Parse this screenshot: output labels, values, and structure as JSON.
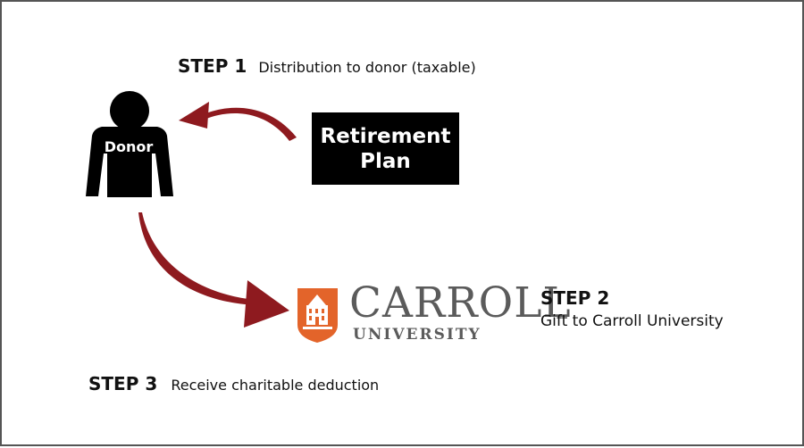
{
  "steps": {
    "step1": {
      "label": "STEP 1",
      "text": "Distribution to donor (taxable)"
    },
    "step2": {
      "label": "STEP 2",
      "text": "Gift to Carroll University"
    },
    "step3": {
      "label": "STEP 3",
      "text": "Receive charitable deduction"
    }
  },
  "donor": {
    "label": "Donor",
    "icon": "person-icon"
  },
  "plan": {
    "line1": "Retirement",
    "line2": "Plan"
  },
  "logo": {
    "name": "CARROLL",
    "subname": "UNIVERSITY",
    "icon": "crest-icon"
  },
  "colors": {
    "arrow": "#8e1a1f",
    "crest": "#e3642a",
    "logo_text": "#5b5b5b",
    "box": "#000000"
  }
}
